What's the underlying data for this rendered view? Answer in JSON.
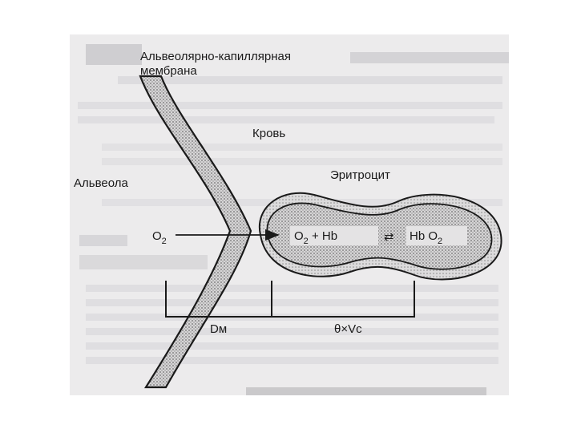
{
  "labels": {
    "membrane_line1": "Альвеолярно-капиллярная",
    "membrane_line2": "мембрана",
    "blood": "Кровь",
    "alveola": "Альвеола",
    "erythrocyte": "Эритроцит",
    "o2_alveolar": "O",
    "o2_alveolar_sub": "2",
    "rbc_left_o": "O",
    "rbc_left_sub": "2",
    "rbc_plus_hb": " + Hb",
    "rbc_equilibrium": "⇄",
    "rbc_right_hb": "Hb O",
    "rbc_right_sub": "2",
    "dm": "Dм",
    "theta_vc": "θ×Vc"
  },
  "colors": {
    "background": "#ecebec",
    "line": "#1a1a1a",
    "stipple": "#8a8a8a",
    "ghost_text": "#b9b7bb"
  }
}
